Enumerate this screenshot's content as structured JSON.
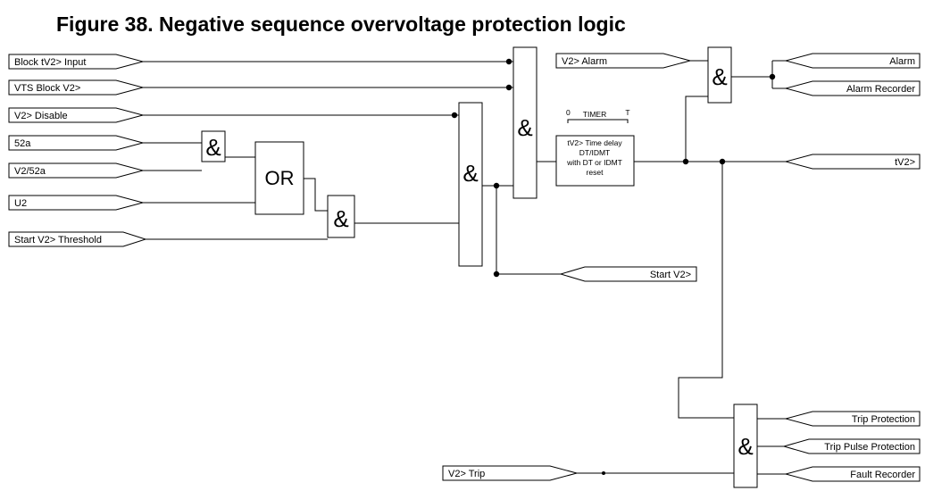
{
  "title": "Figure 38. Negative sequence overvoltage protection logic",
  "inputs": {
    "block_tv2_input": "Block tV2> Input",
    "vts_block_v2": "VTS Block V2>",
    "v2_disable": "V2> Disable",
    "cb_52a": "52a",
    "v2_52a": "V2/52a",
    "u2": "U2",
    "start_v2_threshold": "Start V2> Threshold",
    "v2_alarm": "V2> Alarm",
    "v2_trip": "V2> Trip"
  },
  "outputs": {
    "alarm": "Alarm",
    "alarm_recorder": "Alarm Recorder",
    "tv2": "tV2>",
    "start_v2": "Start V2>",
    "trip_protection": "Trip Protection",
    "trip_pulse_protection": "Trip Pulse Protection",
    "fault_recorder": "Fault Recorder"
  },
  "gates": {
    "and_symbol": "&",
    "or_symbol": "OR"
  },
  "timer": {
    "label": "TIMER",
    "t0": "0",
    "t1": "T",
    "text_line1": "tV2> Time delay",
    "text_line2": "DT/IDMT",
    "text_line3": "with DT or IDMT",
    "text_line4": "reset"
  }
}
